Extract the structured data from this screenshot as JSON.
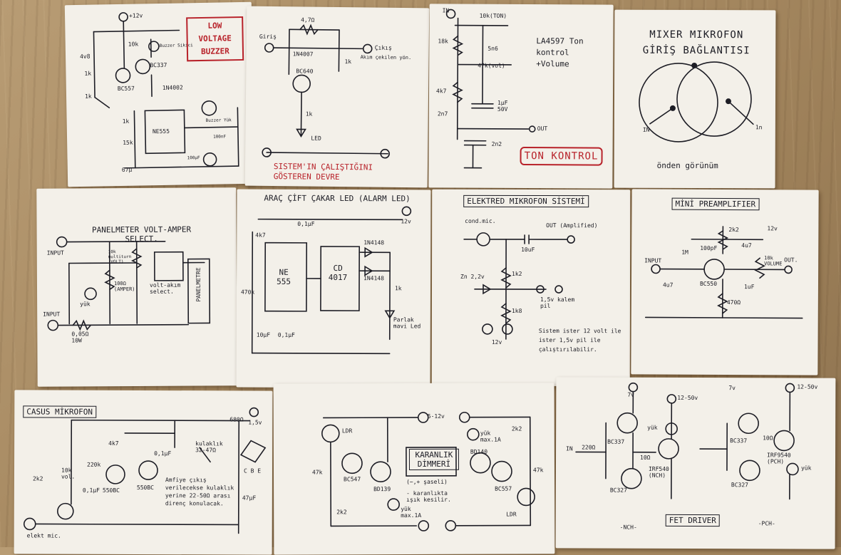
{
  "cards": {
    "buzzer": {
      "title": "LOW VOLTAGE BUZZER",
      "labels": [
        "+12v",
        "10k",
        "Buzzer Sikici",
        "BC337",
        "4v8",
        "1k",
        "BC557",
        "1k",
        "1N4002",
        "NE555",
        "15k",
        "1k",
        "67µ",
        "Buzzer Yük",
        "100nF",
        "100µF"
      ]
    },
    "current": {
      "title": "Sistem'in çalıştığını gösteren devre",
      "labels": [
        "4,7Ω",
        "Giriş",
        "Çıkış",
        "1N4007",
        "1k",
        "Akım çekilen yön.",
        "BC640",
        "1k",
        "LED"
      ]
    },
    "tone": {
      "title": "TON KONTROL",
      "labels": [
        "IN",
        "10k(TON)",
        "18k",
        "5n6",
        "LA4597 Ton kontrol +Volume",
        "47k(vol)",
        "4k7",
        "1µF 50V",
        "2n7",
        "OUT",
        "2n2"
      ]
    },
    "mixer": {
      "title": "MIXER MIKROFON GİRİŞ BAĞLANTISI",
      "labels": [
        "IN",
        "1n",
        "önden görünüm"
      ]
    },
    "panel": {
      "title": "PANELMETER VOLT-AMPER SELECT.",
      "labels": [
        "INPUT",
        "10k multiturn (VOLT)",
        "100Ω (AMPER)",
        "volt-akım select.",
        "PANELMETRE",
        "yük",
        "INPUT",
        "0,05Ω 10W"
      ]
    },
    "flasher": {
      "title": "ARAÇ ÇİFT ÇAKAR LED (ALARM LED)",
      "labels": [
        "12v",
        "4k7",
        "0,1µF",
        "NE 555",
        "CD 4017",
        "1N4148",
        "1k",
        "1N4148",
        "Parlak mavi Led",
        "470k",
        "10µF",
        "0,1µF"
      ]
    },
    "electret": {
      "title": "ELEKTRED MIKROFON SİSTEMİ",
      "labels": [
        "cond.mic.",
        "OUT (Amplified)",
        "10uF",
        "1k2",
        "Zn 2,2v",
        "1k8",
        "1,5v kalem pil",
        "12v",
        "Sistem ister 12 volt ile ister 1,5v pil ile çalıştırılabilir."
      ]
    },
    "preamp": {
      "title": "MİNİ PREAMPLIFIER",
      "labels": [
        "12v",
        "2k2",
        "1M",
        "100pF",
        "4u7",
        "INPUT",
        "4u7",
        "BC550",
        "10k VOLUME",
        "OUT.",
        "1uF",
        "470Ω"
      ]
    },
    "spy": {
      "title": "CASUS MİKROFON",
      "labels": [
        "680Ω",
        "1,5v",
        "4k7",
        "0,1µF",
        "kulaklık 32-47Ω",
        "220k",
        "10k vol.",
        "0,1µF",
        "550BC",
        "550BC",
        "Amfiye çıkış verilecekse kulaklık yerine 22-50Ω arası direnç konulacak.",
        "C B E",
        "47µF",
        "2k2",
        "elekt mic."
      ]
    },
    "dimmer": {
      "title": "KARANLIK DİMMERİ",
      "labels": [
        "5-12v",
        "LDR",
        "47k",
        "BC547",
        "BD139",
        "2k2",
        "(−,+ şaseli)",
        "- karanlıkta ışık kesilir.",
        "yük max.1A",
        "yük max.1A",
        "BD140",
        "2k2",
        "BC557",
        "47k",
        "LDR"
      ]
    },
    "fet": {
      "title": "FET DRIVER",
      "labels": [
        "7v",
        "12-50v",
        "BC337",
        "yük",
        "IN",
        "220Ω",
        "10Ω",
        "IRF540 (NCH)",
        "BC327",
        "7v",
        "12-50v",
        "BC337",
        "10Ω",
        "IRF9540 (PCH)",
        "yük",
        "BC327",
        "-NCH-",
        "-PCH-"
      ]
    }
  },
  "colors": {
    "paper": "#f3f0e9",
    "ink": "#1d1d25",
    "red_ink": "#b8222a",
    "wood": "#a88b63"
  }
}
